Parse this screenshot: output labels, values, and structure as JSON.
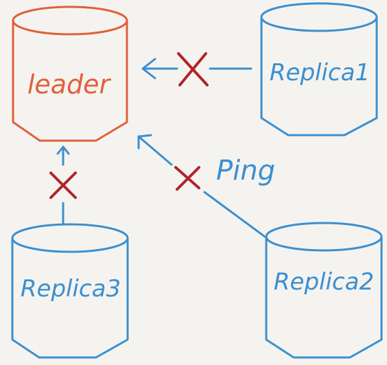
{
  "nodes": {
    "leader": {
      "label": "leader",
      "color": "#e0603a"
    },
    "replica1": {
      "label": "Replica1",
      "color": "#3b8fd0"
    },
    "replica2": {
      "label": "Replica2",
      "color": "#3b8fd0"
    },
    "replica3": {
      "label": "Replica3",
      "color": "#3b8fd0"
    }
  },
  "edges": {
    "ping_label": "Ping",
    "line_color": "#3b8fd0",
    "cross_color": "#b0242c"
  }
}
